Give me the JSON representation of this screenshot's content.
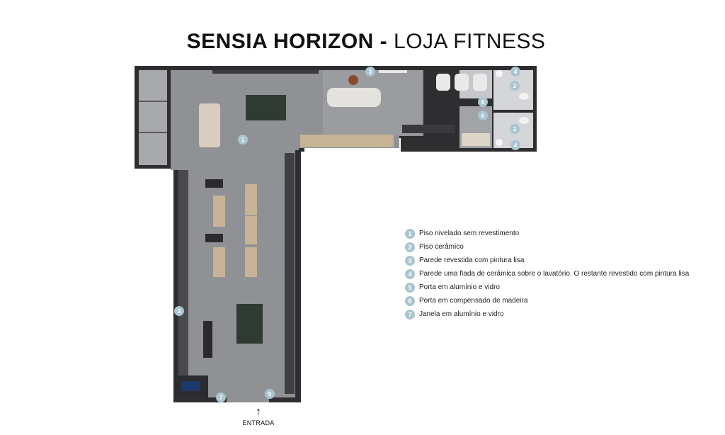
{
  "title": {
    "bold": "SENSIA HORIZON -",
    "light": "LOJA FITNESS"
  },
  "legend": [
    {
      "num": "1",
      "text": "Piso nivelado sem revestimento"
    },
    {
      "num": "2",
      "text": "Piso cerâmico"
    },
    {
      "num": "3",
      "text": "Parede revestida com pintura lisa"
    },
    {
      "num": "4",
      "text": "Parede uma fiada de cerâmica sobre o lavatório. O restante revestido com pintura lisa"
    },
    {
      "num": "5",
      "text": "Porta em alumínio e vidro"
    },
    {
      "num": "6",
      "text": "Porta em compensado de madeira"
    },
    {
      "num": "7",
      "text": "Janela em alumínio e vidro"
    }
  ],
  "markers": [
    "1",
    "2",
    "2",
    "3",
    "3",
    "4",
    "4",
    "5",
    "6",
    "6",
    "7"
  ],
  "entrance": {
    "arrow": "↑",
    "label": "ENTRADA"
  },
  "colors": {
    "wall": "#2e2e30",
    "floor": "#8f9195",
    "tile": "#d4d6d9",
    "badge": "#a9c5cf",
    "wood": "#c7b396"
  }
}
